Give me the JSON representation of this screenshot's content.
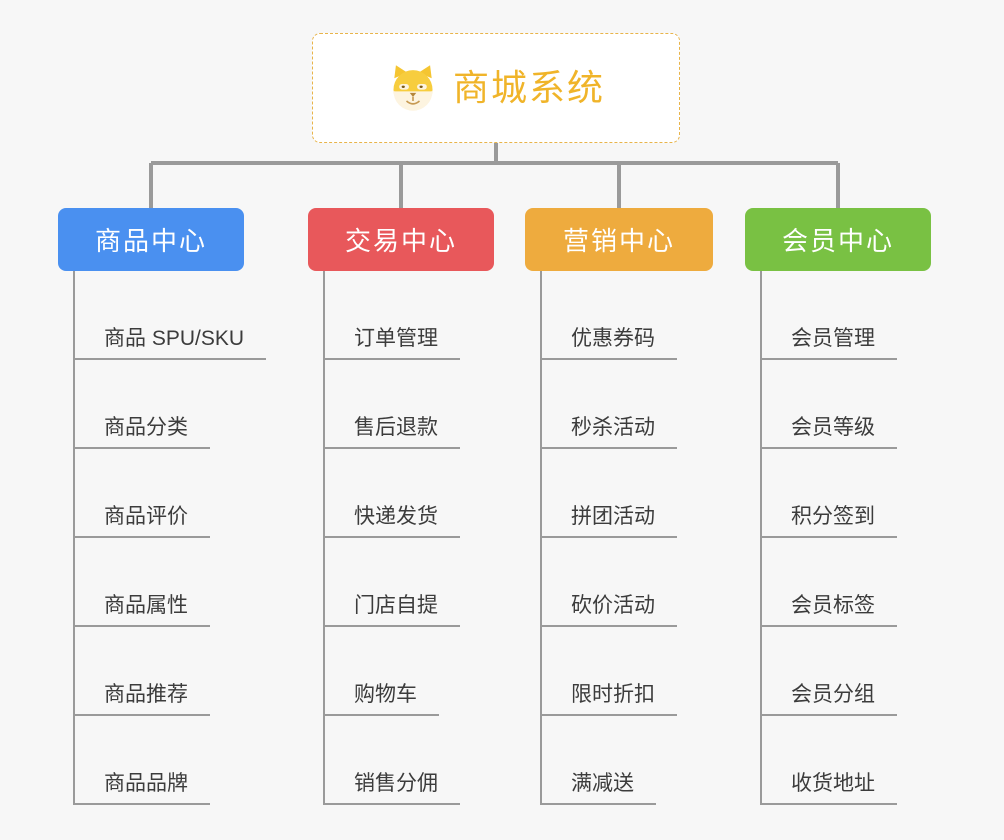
{
  "page": {
    "background_color": "#f7f7f7",
    "line_color": "#9a9a9a",
    "leaf_text_color": "#3c3c3c"
  },
  "root": {
    "title": "商城系统",
    "icon": "shiba-dog-icon",
    "border_color": "#e8b44a",
    "text_color": "#f0b429",
    "background_color": "#ffffff"
  },
  "branches": [
    {
      "label": "商品中心",
      "color": "#4a90f0",
      "items": [
        "商品 SPU/SKU",
        "商品分类",
        "商品评价",
        "商品属性",
        "商品推荐",
        "商品品牌"
      ]
    },
    {
      "label": "交易中心",
      "color": "#e8585b",
      "items": [
        "订单管理",
        "售后退款",
        "快递发货",
        "门店自提",
        "购物车",
        "销售分佣"
      ]
    },
    {
      "label": "营销中心",
      "color": "#eeab3e",
      "items": [
        "优惠券码",
        "秒杀活动",
        "拼团活动",
        "砍价活动",
        "限时折扣",
        "满减送"
      ]
    },
    {
      "label": "会员中心",
      "color": "#79c143",
      "items": [
        "会员管理",
        "会员等级",
        "积分签到",
        "会员标签",
        "会员分组",
        "收货地址"
      ]
    }
  ]
}
